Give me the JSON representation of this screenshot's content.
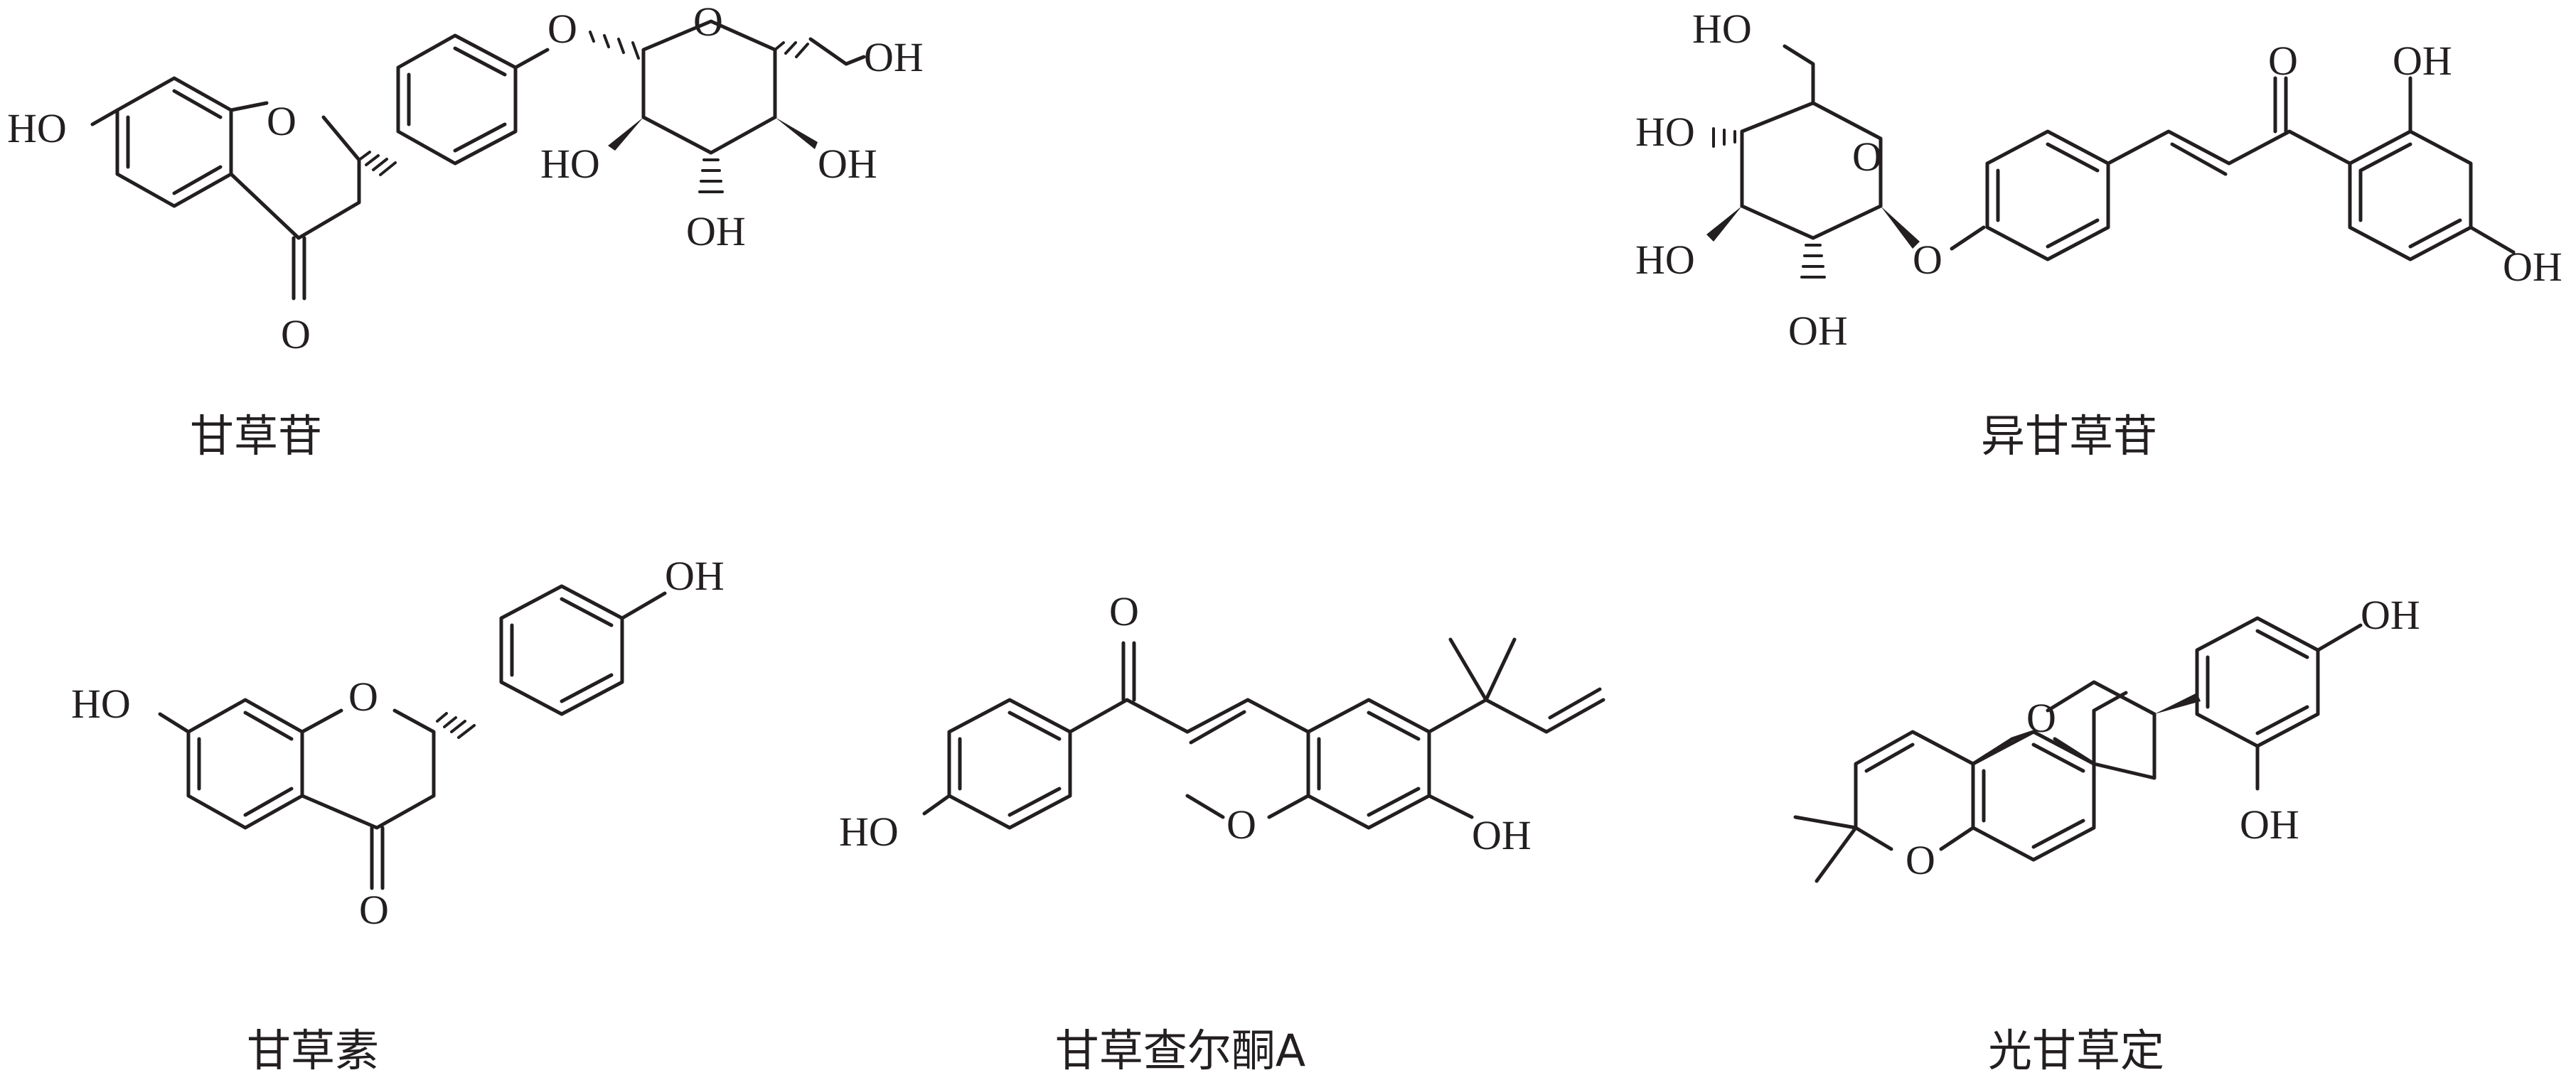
{
  "atom_labels": {
    "HO": "HO",
    "OH": "OH",
    "O": "O"
  },
  "compounds": [
    {
      "name": "甘草苷"
    },
    {
      "name": "异甘草苷"
    },
    {
      "name": "甘草素"
    },
    {
      "name": "甘草查尔酮A"
    },
    {
      "name": "光甘草定"
    }
  ],
  "colors": {
    "ink": "#231f20",
    "background": "#ffffff"
  }
}
